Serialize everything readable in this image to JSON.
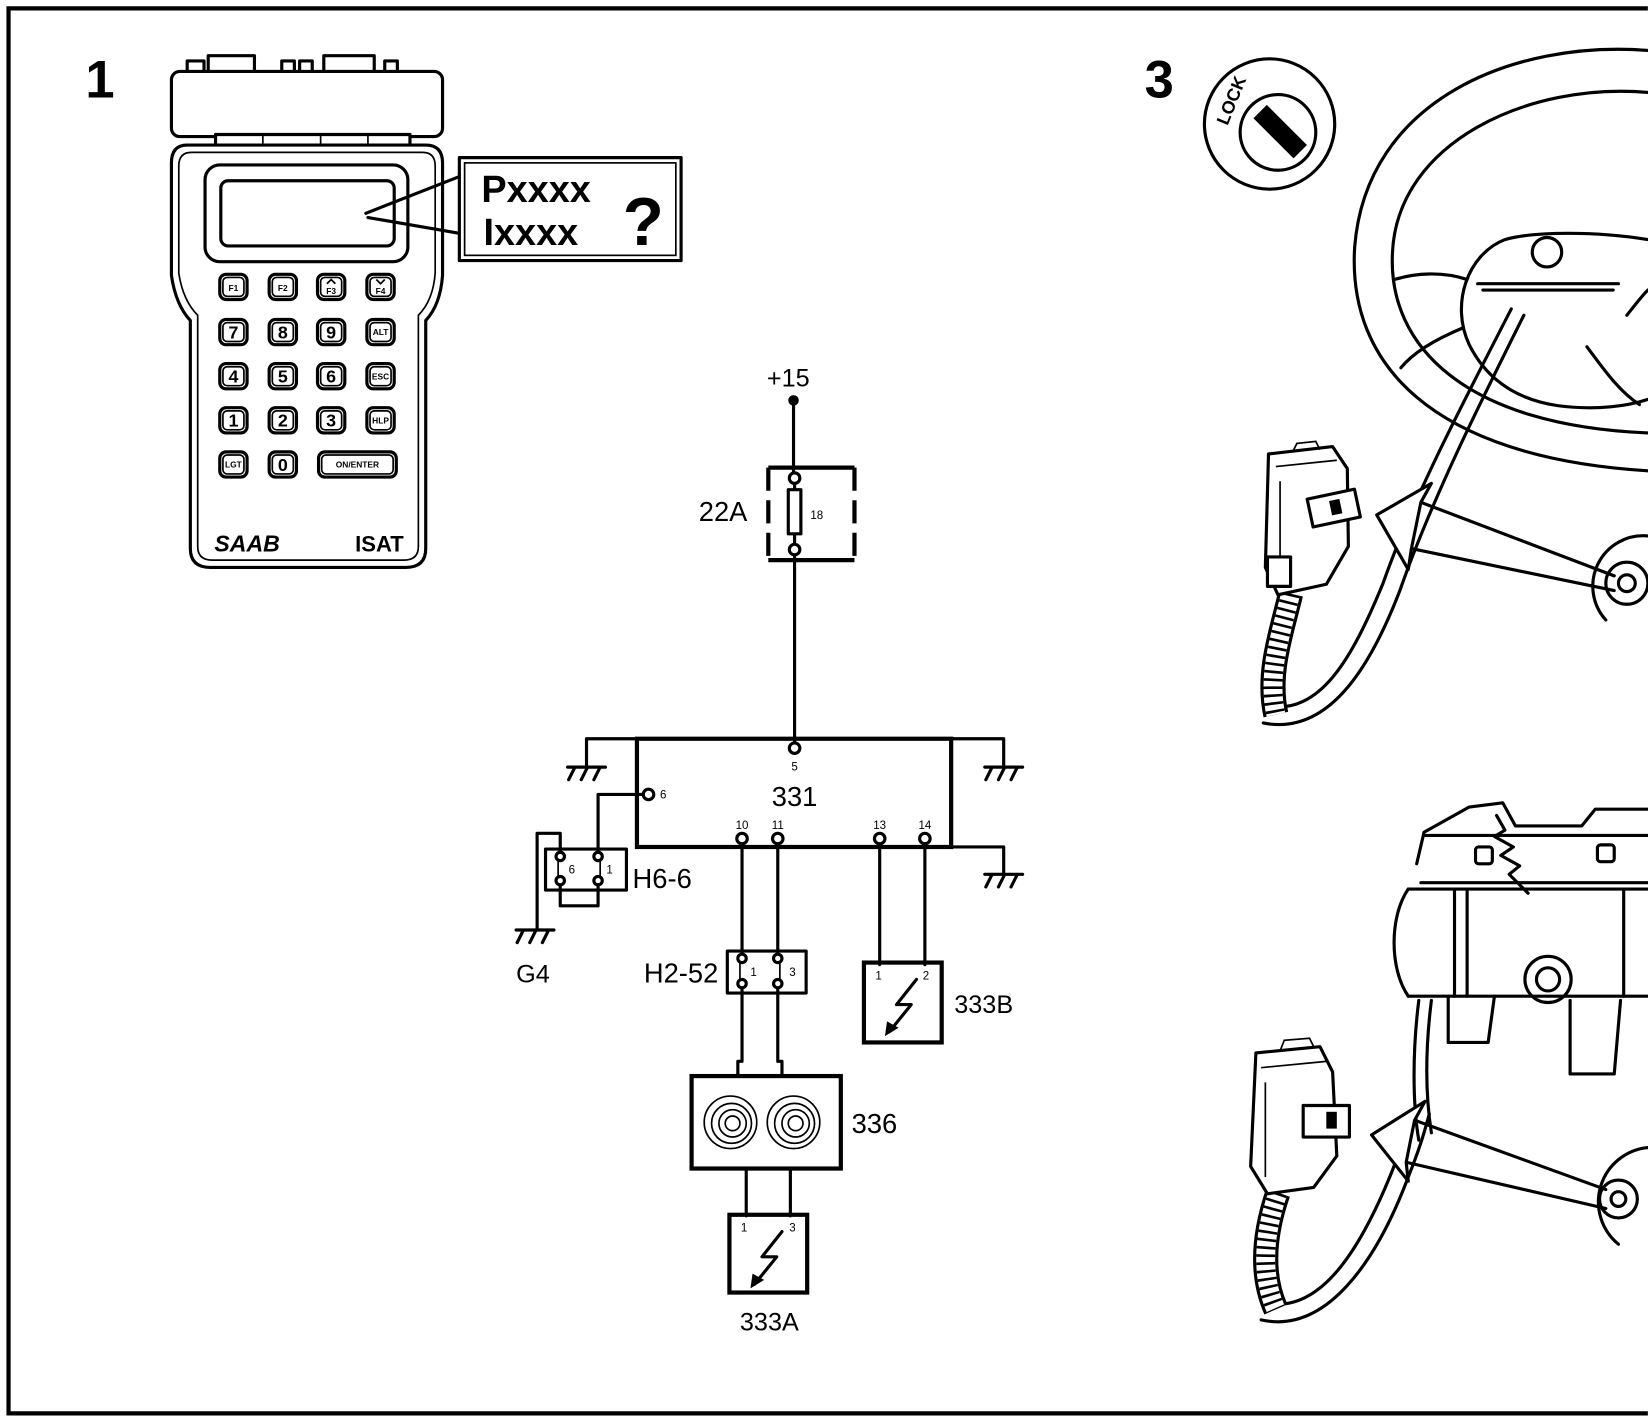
{
  "figures": {
    "left": "1",
    "right": "3"
  },
  "isat": {
    "display": {
      "line1": "Pxxxx",
      "line2": "Ixxxx",
      "symbol": "?"
    },
    "keys": [
      "F1",
      "F2",
      "F3",
      "F4",
      "7",
      "8",
      "9",
      "ALT",
      "4",
      "5",
      "6",
      "ESC",
      "1",
      "2",
      "3",
      "HLP",
      "LGT",
      "0",
      "ON/ENTER"
    ],
    "brand": "SAAB",
    "model": "ISAT"
  },
  "circuit": {
    "supply": "+15",
    "fuse_box": "22A",
    "fuse": "18",
    "module": {
      "id": "331",
      "pin_5": "5",
      "pin_6": "6",
      "pin_10": "10",
      "pin_11": "11",
      "pin_13": "13",
      "pin_14": "14"
    },
    "connector_h6": {
      "id": "H6-6",
      "pin_left": "6",
      "pin_right": "1"
    },
    "ground": "G4",
    "connector_h2": {
      "id": "H2-52",
      "pin_left": "1",
      "pin_right": "3"
    },
    "component_336": "336",
    "component_333a": {
      "id": "333A",
      "pin_left": "1",
      "pin_right": "3"
    },
    "component_333b": {
      "id": "333B",
      "pin_left": "1",
      "pin_right": "2"
    }
  },
  "ignition": {
    "label": "LOCK"
  },
  "colors": {
    "ink": "#000000",
    "paper": "#ffffff"
  }
}
